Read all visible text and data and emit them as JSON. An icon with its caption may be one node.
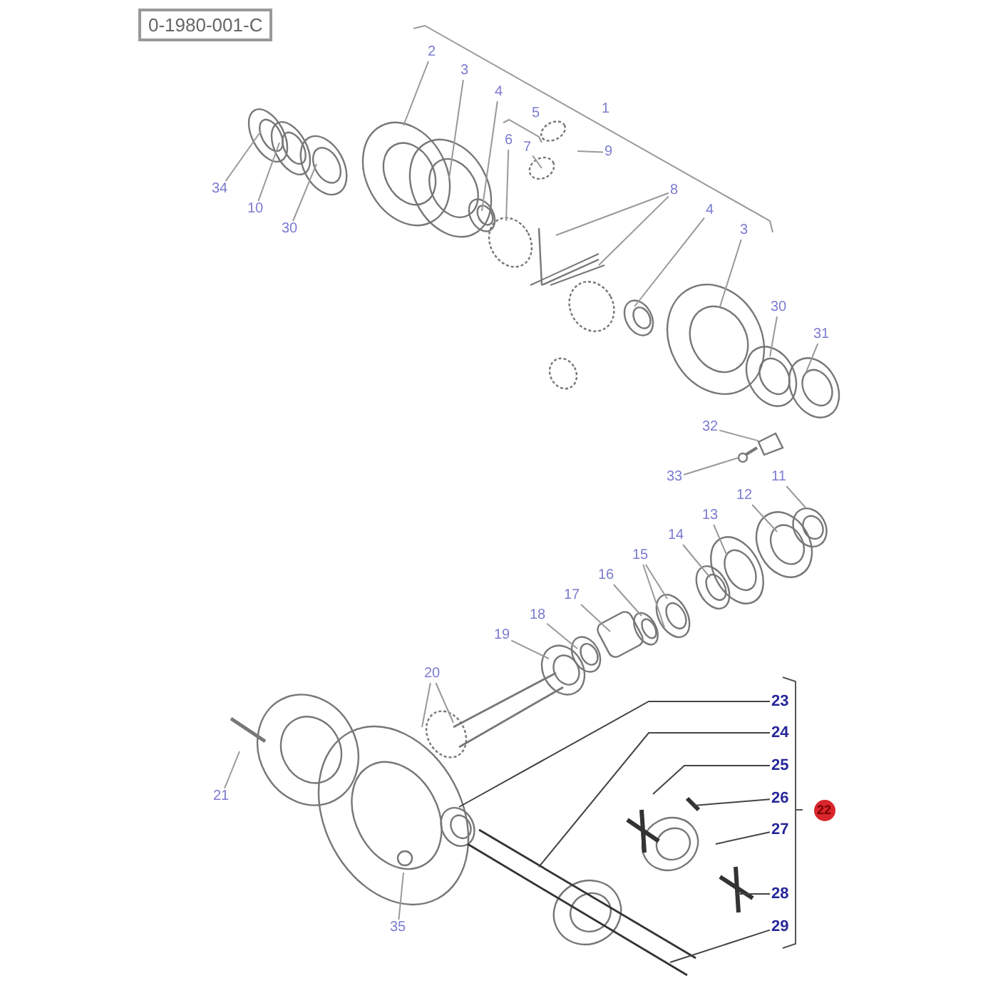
{
  "diagram": {
    "nodes": [
      {
        "text": [
          "0-1980-001-C"
        ]
      },
      {
        "text": [
          "2"
        ]
      },
      {
        "text": [
          "3"
        ]
      },
      {
        "text": [
          "4"
        ]
      },
      {
        "text": [
          "6"
        ]
      },
      {
        "text": [
          "7"
        ]
      },
      {
        "text": [
          "9"
        ]
      },
      {
        "text": [
          "8"
        ]
      },
      {
        "text": [
          "4"
        ]
      },
      {
        "text": [
          "3"
        ]
      },
      {
        "text": [
          "34"
        ]
      },
      {
        "text": [
          "10"
        ]
      },
      {
        "text": [
          "30"
        ]
      },
      {
        "text": [
          "30"
        ]
      },
      {
        "text": [
          "31"
        ]
      },
      {
        "text": [
          "32"
        ]
      },
      {
        "text": [
          "33"
        ]
      },
      {
        "text": [
          "11"
        ]
      },
      {
        "text": [
          "12"
        ]
      },
      {
        "text": [
          "13"
        ]
      },
      {
        "text": [
          "14"
        ]
      },
      {
        "text": [
          "15"
        ]
      },
      {
        "text": [
          "16"
        ]
      },
      {
        "text": [
          "17"
        ]
      },
      {
        "text": [
          "18"
        ]
      },
      {
        "text": [
          "19"
        ]
      },
      {
        "text": [
          "20"
        ]
      },
      {
        "text": [
          "21"
        ]
      },
      {
        "text": [
          "35"
        ]
      },
      {
        "text": [
          "23"
        ]
      },
      {
        "text": [
          "24"
        ]
      },
      {
        "text": [
          "25"
        ]
      },
      {
        "text": [
          "26"
        ]
      },
      {
        "text": [
          "27"
        ]
      },
      {
        "text": [
          "28"
        ]
      },
      {
        "text": [
          "29"
        ]
      },
      {
        "text": [
          "22"
        ]
      },
      {
        "text": [],
        "shape": "picture"
      },
      {
        "text": [],
        "shape": "picture"
      }
    ],
    "edges": [
      {
        "from": 1,
        "to": null,
        "arrow": "none"
      },
      {
        "from": 2,
        "to": null,
        "arrow": "none"
      },
      {
        "from": 3,
        "to": null,
        "arrow": "none"
      },
      {
        "from": 4,
        "to": null,
        "arrow": "none"
      },
      {
        "from": 5,
        "to": null,
        "arrow": "none"
      },
      {
        "from": 6,
        "to": null,
        "arrow": "none"
      },
      {
        "from": 7,
        "to": null,
        "arrow": "none"
      },
      {
        "from": 7,
        "to": null,
        "arrow": "none"
      },
      {
        "from": 8,
        "to": null,
        "arrow": "none"
      },
      {
        "from": 9,
        "to": null,
        "arrow": "none"
      },
      {
        "from": 10,
        "to": null,
        "arrow": "none"
      },
      {
        "from": 11,
        "to": null,
        "arrow": "none"
      },
      {
        "from": 12,
        "to": null,
        "arrow": "none"
      },
      {
        "from": 13,
        "to": null,
        "arrow": "none"
      },
      {
        "from": 14,
        "to": null,
        "arrow": "none"
      },
      {
        "from": 15,
        "to": 37,
        "arrow": "none"
      },
      {
        "from": 16,
        "to": 38,
        "arrow": "none"
      },
      {
        "from": 17,
        "to": null,
        "arrow": "none"
      },
      {
        "from": 18,
        "to": null,
        "arrow": "none"
      },
      {
        "from": 19,
        "to": null,
        "arrow": "none"
      },
      {
        "from": 20,
        "to": null,
        "arrow": "none"
      },
      {
        "from": 21,
        "to": null,
        "arrow": "none"
      },
      {
        "from": 21,
        "to": null,
        "arrow": "none"
      },
      {
        "from": 22,
        "to": null,
        "arrow": "none"
      },
      {
        "from": 23,
        "to": null,
        "arrow": "none"
      },
      {
        "from": 24,
        "to": null,
        "arrow": "none"
      },
      {
        "from": 25,
        "to": null,
        "arrow": "none"
      },
      {
        "from": 26,
        "to": null,
        "arrow": "none"
      },
      {
        "from": 26,
        "to": null,
        "arrow": "none"
      },
      {
        "from": 27,
        "to": null,
        "arrow": "none"
      },
      {
        "from": 28,
        "to": null,
        "arrow": "none"
      },
      {
        "from": 29,
        "to": null,
        "arrow": "none"
      },
      {
        "from": 30,
        "to": null,
        "arrow": "none"
      },
      {
        "from": 31,
        "to": null,
        "arrow": "none"
      },
      {
        "from": 32,
        "to": null,
        "arrow": "none"
      },
      {
        "from": 33,
        "to": null,
        "arrow": "none"
      },
      {
        "from": 34,
        "to": null,
        "arrow": "none"
      },
      {
        "from": 35,
        "to": null,
        "arrow": "none"
      }
    ],
    "labels": [
      "1",
      "5"
    ]
  }
}
